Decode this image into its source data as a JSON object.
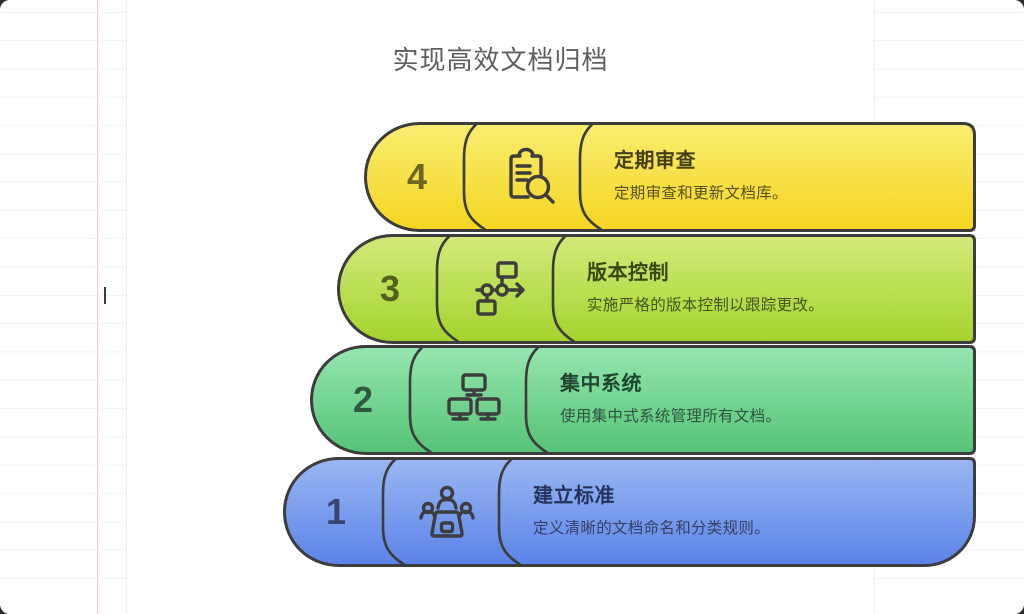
{
  "header": {
    "title": "实现高效文档归档"
  },
  "canvas": {
    "outline_color": "#3c3c3c",
    "card_color": "#ffffff",
    "title_color": "#5e5e5e"
  },
  "background": {
    "ruled_line_color": "#f2f2f2",
    "margin_line_color": "#f2cbcb",
    "page_color": "#ffffff"
  },
  "steps": [
    {
      "number": "4",
      "title": "定期审查",
      "description": "定期审查和更新文档库。",
      "icon": "clipboard-search-icon",
      "colors": {
        "top": "#f9ee72",
        "bottom": "#f6d520",
        "number": "#6e6523",
        "title": "#454010",
        "description": "#565120",
        "icon_fill": "#f6da3a"
      }
    },
    {
      "number": "3",
      "title": "版本控制",
      "description": "实施严格的版本控制以跟踪更改。",
      "icon": "flowchart-icon",
      "colors": {
        "top": "#d3ea7b",
        "bottom": "#a4d42d",
        "number": "#53601f",
        "title": "#394710",
        "description": "#47541c",
        "icon_fill": "#bade52"
      }
    },
    {
      "number": "2",
      "title": "集中系统",
      "description": "使用集中式系统管理所有文档。",
      "icon": "network-icon",
      "colors": {
        "top": "#97e6b0",
        "bottom": "#54c377",
        "number": "#2f5a41",
        "title": "#1e4630",
        "description": "#2e5340",
        "icon_fill": "#79d697"
      }
    },
    {
      "number": "1",
      "title": "建立标准",
      "description": "定义清晰的文档命名和分类规则。",
      "icon": "meeting-icon",
      "colors": {
        "top": "#9ab7f3",
        "bottom": "#5b83e8",
        "number": "#38456e",
        "title": "#25335c",
        "description": "#343f66",
        "icon_fill": "#7da0ee"
      }
    }
  ]
}
